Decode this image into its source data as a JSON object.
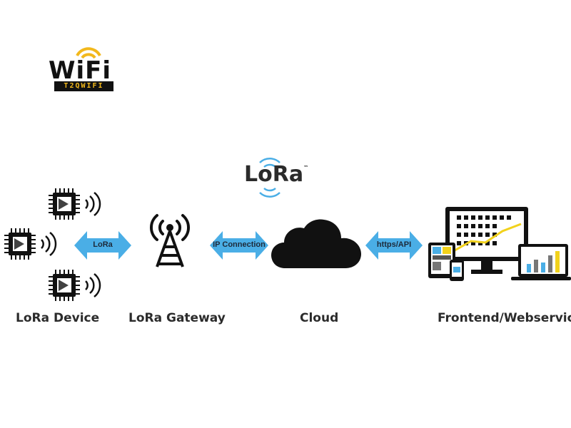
{
  "logo": {
    "word": "WiFi",
    "subtext": "T2QWIFI"
  },
  "brand": {
    "name": "LoRa",
    "trademark": "™"
  },
  "nodes": [
    {
      "id": "device",
      "label": "LoRa Device"
    },
    {
      "id": "gateway",
      "label": "LoRa Gateway"
    },
    {
      "id": "cloud",
      "label": "Cloud"
    },
    {
      "id": "frontend",
      "label": "Frontend/Webservice"
    }
  ],
  "connections": [
    {
      "label": "LoRa",
      "color": "#4aaee6"
    },
    {
      "label": "IP Connection",
      "color": "#4aaee6"
    },
    {
      "label": "https/API",
      "color": "#4aaee6"
    }
  ],
  "colors": {
    "arrow": "#4aaee6",
    "icon": "#111111",
    "accent": "#f2d21c",
    "logo_accent": "#f2b81c"
  }
}
